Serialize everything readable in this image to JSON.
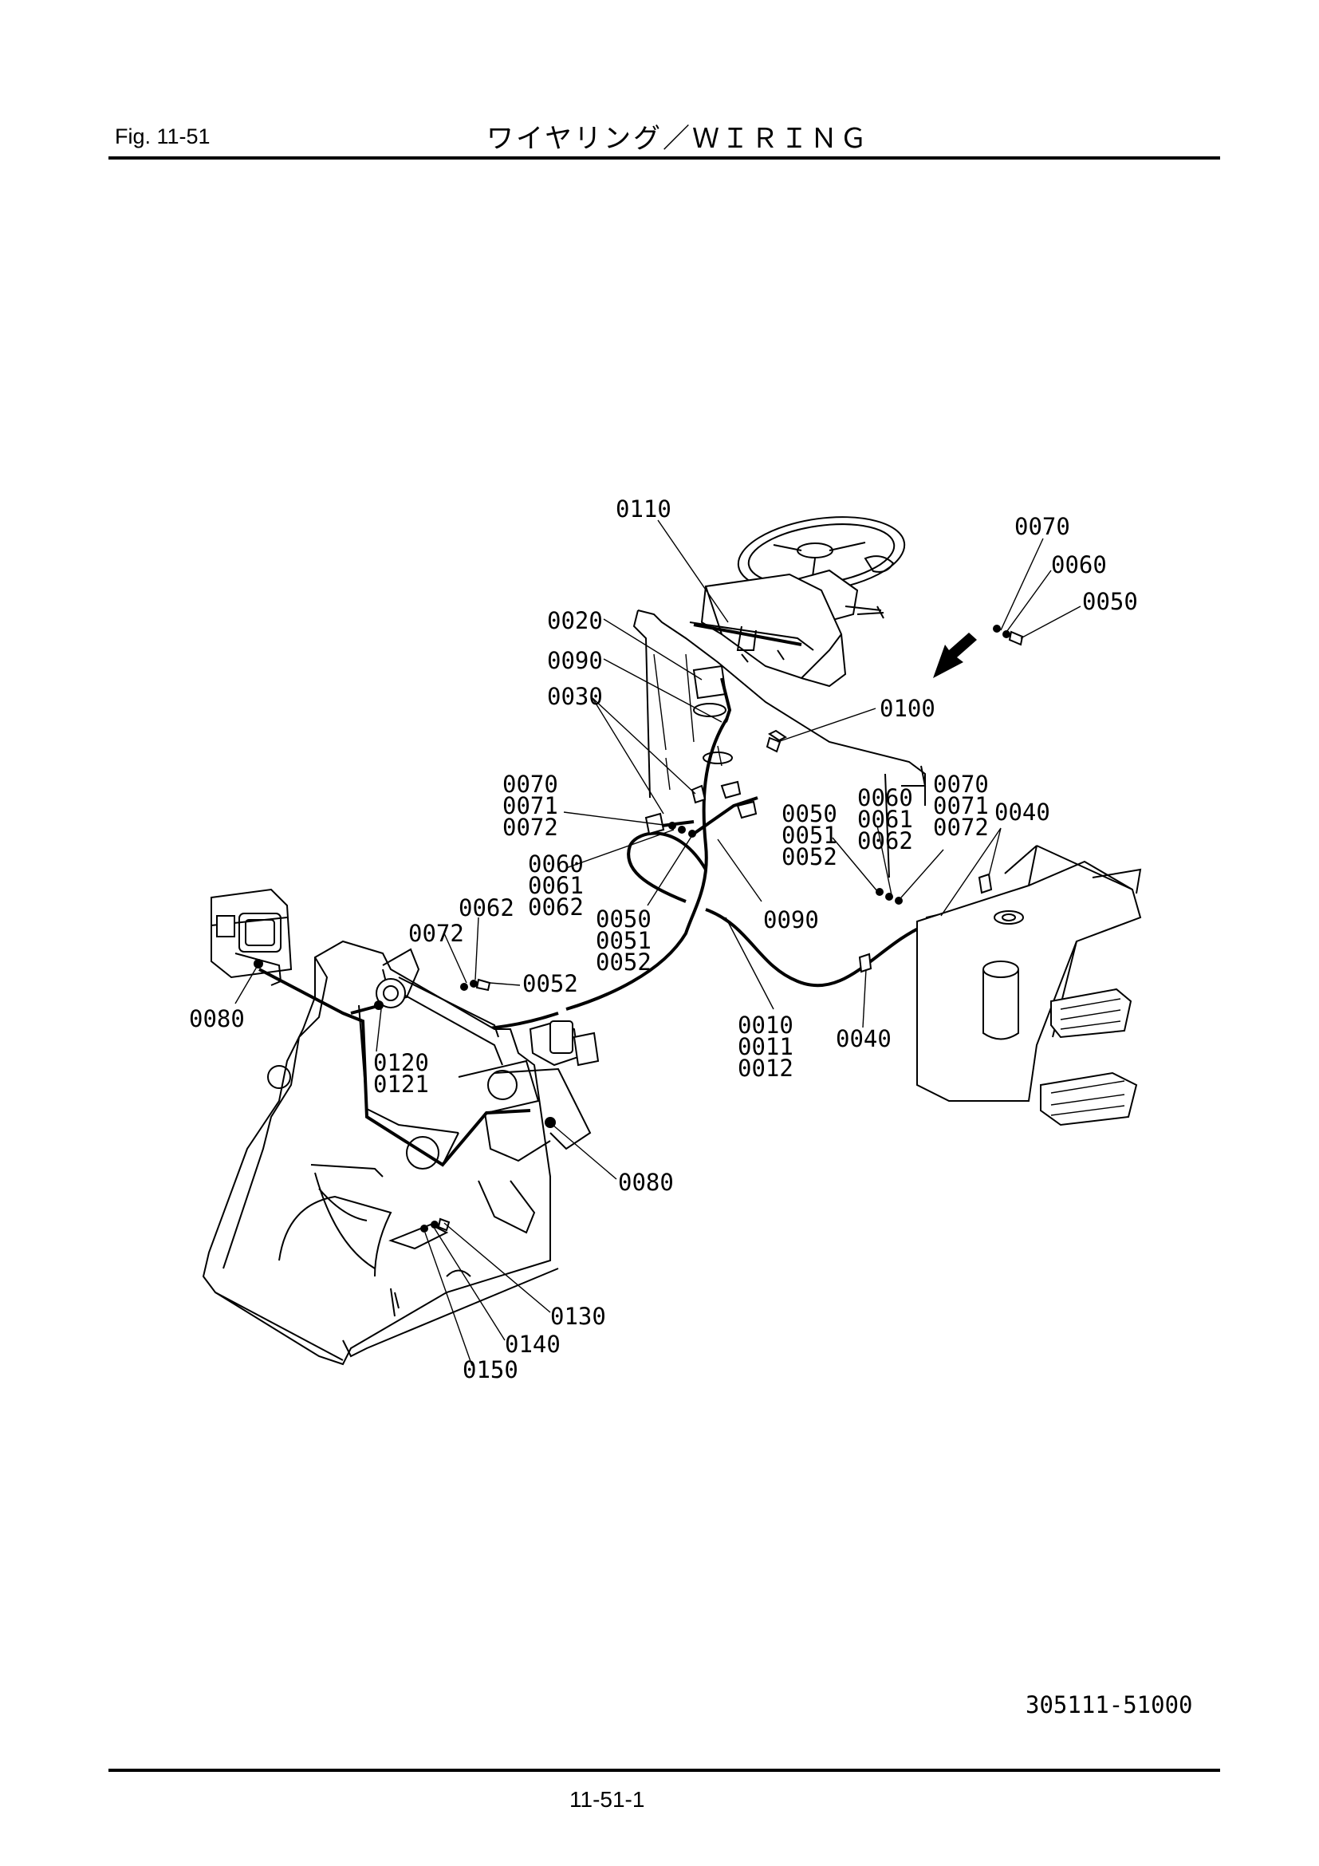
{
  "header": {
    "fig_label": "Fig.  11-51",
    "title": "ワイヤリング／ＷＩＲＩＮＧ"
  },
  "diagram": {
    "callouts": {
      "c0110": "0110",
      "c0070_top": "0070",
      "c0060_top": "0060",
      "c0050_top": "0050",
      "c0020": "0020",
      "c0090_a": "0090",
      "c0030": "0030",
      "c0100": "0100",
      "c0070_l": "0070",
      "c0071_l": "0071",
      "c0072_l": "0072",
      "c0050_m": "0050",
      "c0051_m": "0051",
      "c0052_m": "0052",
      "c0060_m": "0060",
      "c0061_m": "0061",
      "c0062_m": "0062",
      "c0070_r": "0070",
      "c0071_r": "0071",
      "c0072_r": "0072",
      "c0040_r": "0040",
      "c0060_l2": "0060",
      "c0061_l2": "0061",
      "c0062_l2": "0062",
      "c0050_b": "0050",
      "c0051_b": "0051",
      "c0052_b": "0052",
      "c0090_b": "0090",
      "c0062_hf": "0062",
      "c0072_hf": "0072",
      "c0052_hf": "0052",
      "c0080_left": "0080",
      "c0120": "0120",
      "c0121": "0121",
      "c0010": "0010",
      "c0011": "0011",
      "c0012": "0012",
      "c0040_b": "0040",
      "c0080_b": "0080",
      "c0130": "0130",
      "c0140": "0140",
      "c0150": "0150"
    }
  },
  "footer": {
    "drawing_code": "305111-51000",
    "page_number": "11-51-1"
  }
}
